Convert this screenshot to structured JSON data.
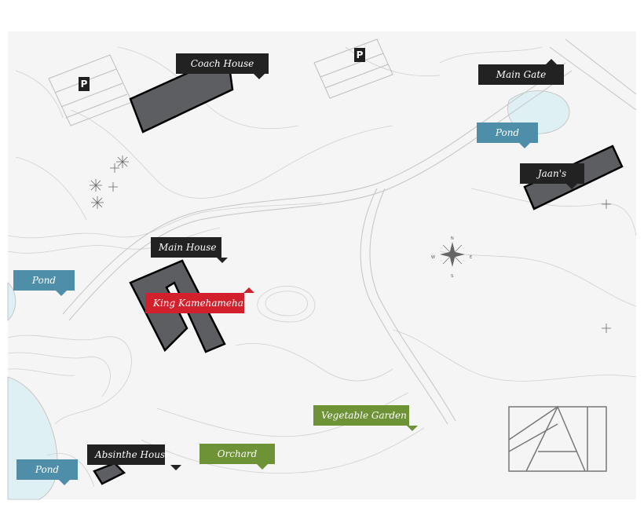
{
  "colors": {
    "background": "#f5f5f5",
    "building": "#5d5e61",
    "label_dark": "#222222",
    "label_water": "#4f8ea8",
    "label_garden": "#6e9236",
    "label_highlight": "#d3202d",
    "pond": "#dff0f5"
  },
  "labels": {
    "coach_house": "Coach House",
    "main_gate": "Main Gate",
    "pond_northeast": "Pond",
    "jaans": "Jaan's",
    "main_house": "Main House",
    "pond_west": "Pond",
    "king_kamehameha": "King Kamehameha",
    "vegetable_garden": "Vegetable Garden",
    "orchard": "Orchard",
    "absinthe_house": "Absinthe House",
    "pond_southwest": "Pond"
  },
  "parking": {
    "symbol": "P"
  },
  "compass": {
    "n": "N",
    "s": "S",
    "e": "E",
    "w": "W"
  },
  "icons": {
    "parking": "parking-icon",
    "compass": "compass-rose-icon",
    "logo": "kau-logo-icon"
  }
}
